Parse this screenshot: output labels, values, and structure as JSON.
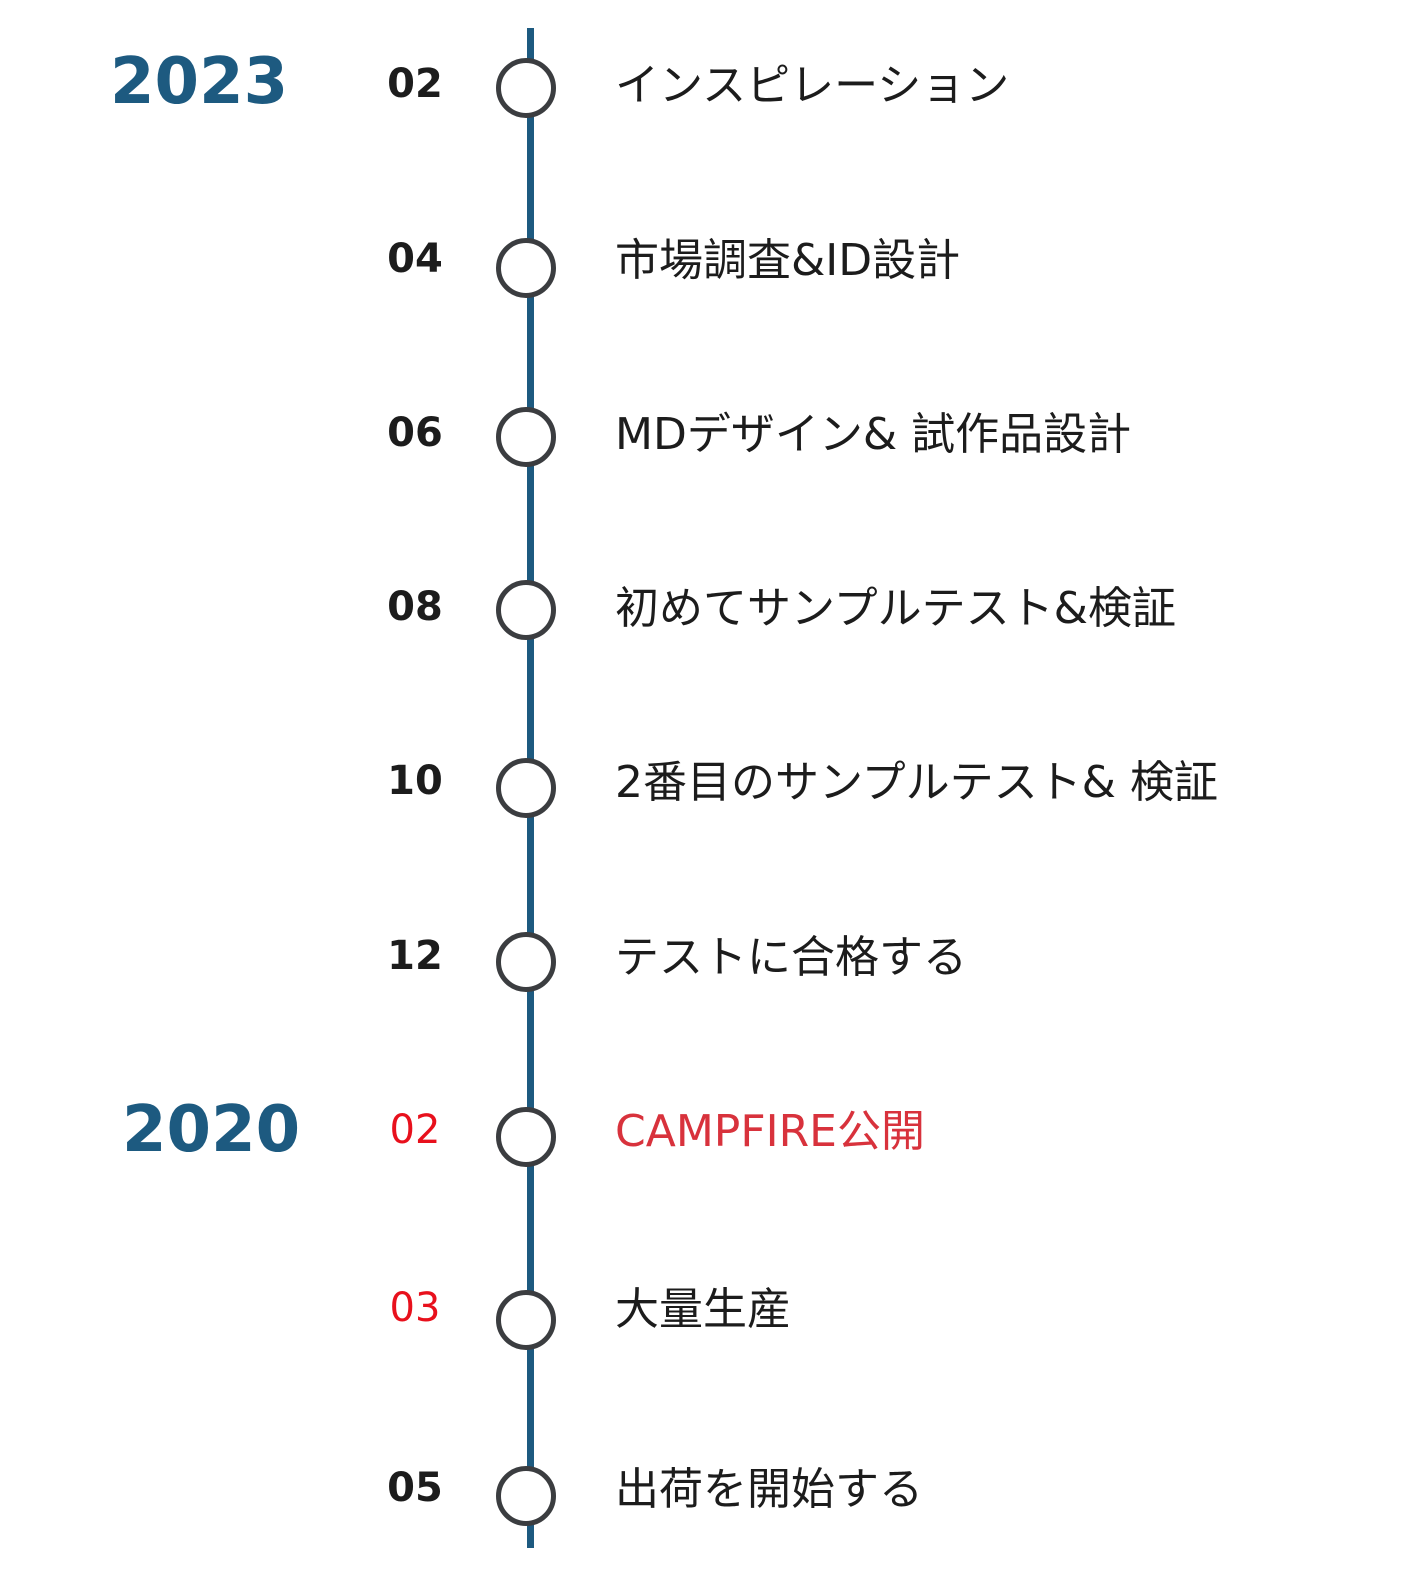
{
  "timeline": {
    "colors": {
      "line": "#1d5a80",
      "year": "#1d5a80",
      "node_border": "#3b3d40",
      "text": "#1c1c1c",
      "highlight_month": "#e8101c",
      "highlight_label": "#d8323c"
    },
    "years": [
      {
        "label": "2023"
      },
      {
        "label": "2020"
      }
    ],
    "events": [
      {
        "month": "02",
        "label": "インスピレーション",
        "highlight": false
      },
      {
        "month": "04",
        "label": "市場調査&ID設計",
        "highlight": false
      },
      {
        "month": "06",
        "label": "MDデザイン& 試作品設計",
        "highlight": false
      },
      {
        "month": "08",
        "label": "初めてサンプルテスト&検証",
        "highlight": false
      },
      {
        "month": "10",
        "label": "2番目のサンプルテスト& 検証",
        "highlight": false
      },
      {
        "month": "12",
        "label": "テストに合格する",
        "highlight": false
      },
      {
        "month": "02",
        "label": "CAMPFIRE公開",
        "highlight": true
      },
      {
        "month": "03",
        "label": "大量生産",
        "highlight": true,
        "highlight_label": false
      },
      {
        "month": "05",
        "label": "出荷を開始する",
        "highlight": false
      }
    ]
  }
}
